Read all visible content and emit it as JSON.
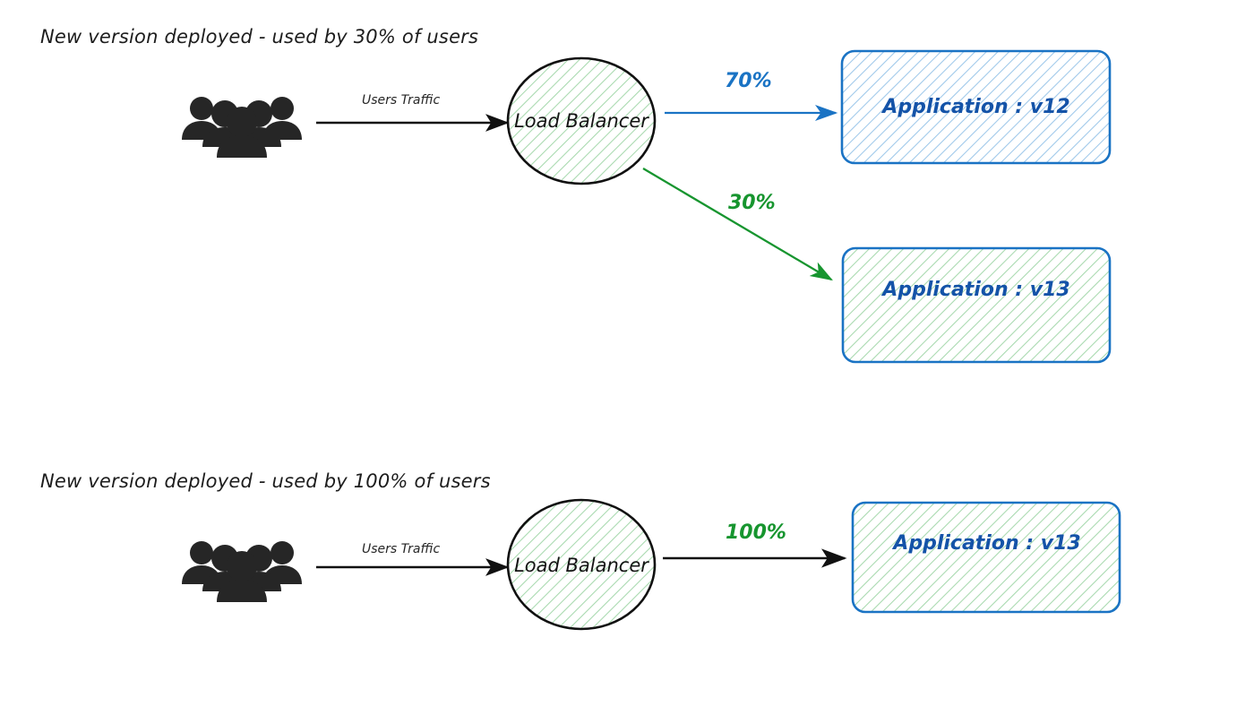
{
  "diagram": {
    "kind": "canary-deployment-traffic-split",
    "background": "#ffffff",
    "colors": {
      "blue_stroke": "#1a73c4",
      "blue_text": "#1453a8",
      "blue_hatch": "#8fbfe8",
      "green_stroke": "#17952f",
      "green_hatch": "#a7d9ae",
      "black_stroke": "#111111",
      "text_dark": "#1d1d1d",
      "users_icon": "#262626"
    }
  },
  "sections": [
    {
      "id": "section-30",
      "title": "New version deployed - used by 30% of users",
      "users_icon_name": "users-group-icon",
      "traffic_label": "Users Traffic",
      "load_balancer_label": "Load Balancer",
      "edges": [
        {
          "label": "70%",
          "color": "#1a73c4",
          "target": "Application : v12"
        },
        {
          "label": "30%",
          "color": "#17952f",
          "target": "Application : v13"
        }
      ],
      "apps": [
        {
          "label": "Application : v12",
          "border": "#1a73c4",
          "hatch": "#8fbfe8"
        },
        {
          "label": "Application : v13",
          "border": "#1a73c4",
          "hatch": "#a7d9ae"
        }
      ]
    },
    {
      "id": "section-100",
      "title": "New version deployed - used by 100% of users",
      "users_icon_name": "users-group-icon",
      "traffic_label": "Users Traffic",
      "load_balancer_label": "Load Balancer",
      "edges": [
        {
          "label": "100%",
          "color": "#17952f",
          "target": "Application : v13"
        }
      ],
      "apps": [
        {
          "label": "Application : v13",
          "border": "#1a73c4",
          "hatch": "#a7d9ae"
        }
      ]
    }
  ],
  "labels": {
    "title_top": "New version deployed - used by 30% of users",
    "title_bottom": "New version deployed - used by 100% of users",
    "traffic_top": "Users Traffic",
    "traffic_bottom": "Users Traffic",
    "pct_70": "70%",
    "pct_30": "30%",
    "pct_100": "100%",
    "lb_top": "Load Balancer",
    "lb_bottom": "Load Balancer",
    "app_v12": "Application : v12",
    "app_v13": "Application : v13",
    "app_v13_bottom": "Application : v13"
  }
}
